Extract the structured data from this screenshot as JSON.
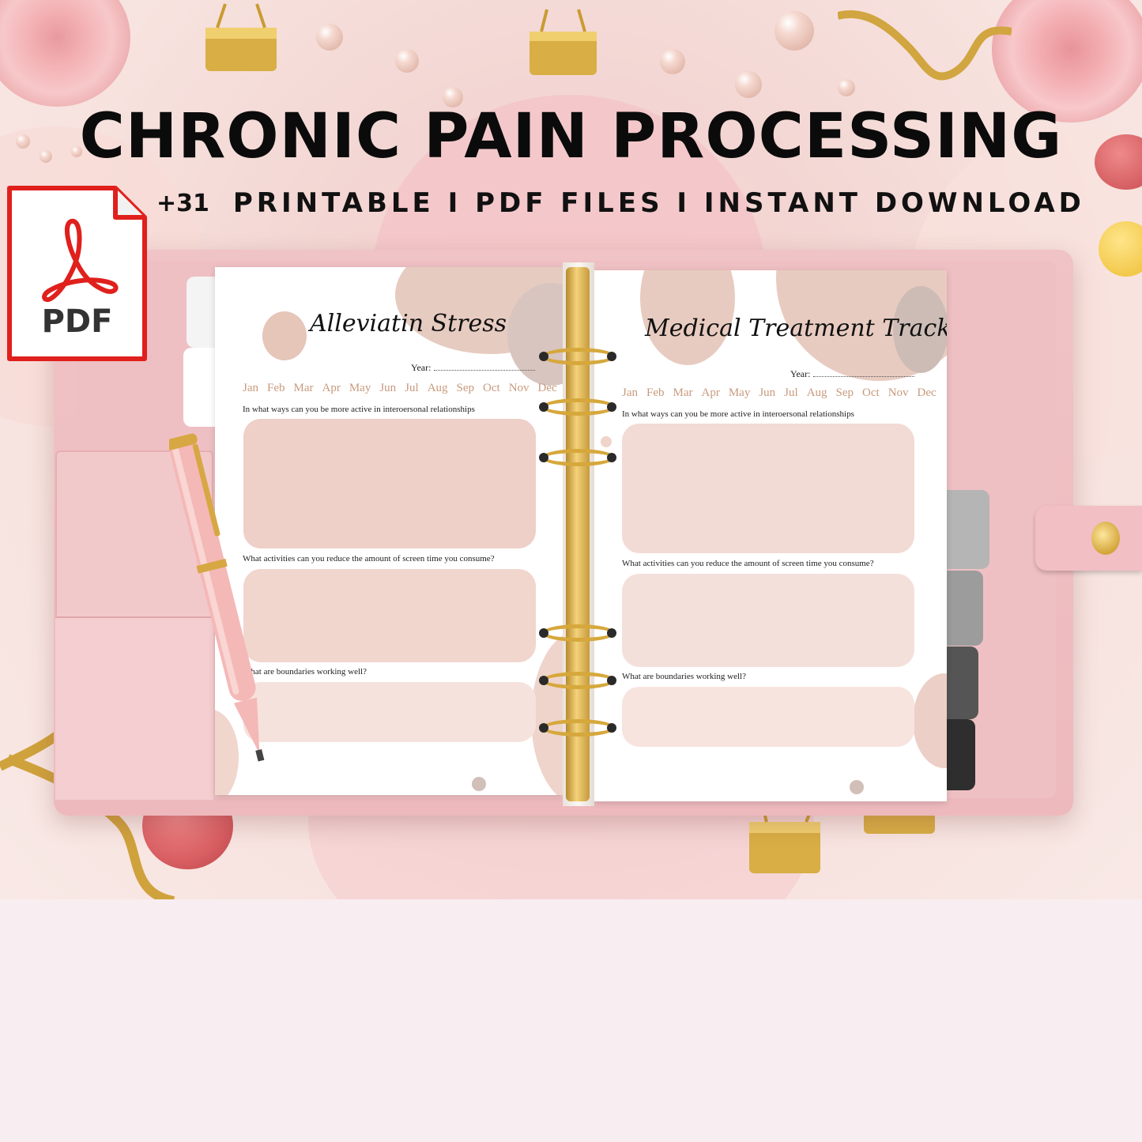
{
  "header": {
    "title": "CHRONIC PAIN PROCESSING",
    "count_badge": "+31",
    "subtitle": "PRINTABLE I PDF FILES I INSTANT DOWNLOAD"
  },
  "pdf_icon": {
    "label": "PDF",
    "icon": "acrobat-pdf-icon"
  },
  "pages": {
    "left": {
      "title": "Alleviatin Stress",
      "year_label": "Year:",
      "months": [
        "Jan",
        "Feb",
        "Mar",
        "Apr",
        "May",
        "Jun",
        "Jul",
        "Aug",
        "Sep",
        "Oct",
        "Nov",
        "Dec"
      ],
      "questions": [
        "In what ways can you be more active in interoersonal relationships",
        "What activities can you reduce the amount of screen time you consume?",
        "What are boundaries working well?"
      ]
    },
    "right": {
      "title": "Medical Treatment Tracker",
      "year_label": "Year:",
      "months": [
        "Jan",
        "Feb",
        "Mar",
        "Apr",
        "May",
        "Jun",
        "Jul",
        "Aug",
        "Sep",
        "Oct",
        "Nov",
        "Dec"
      ],
      "questions": [
        "In what ways can you be more active in interoersonal relationships",
        "What activities can you reduce the amount of screen time you consume?",
        "What are boundaries working well?"
      ]
    }
  },
  "colors": {
    "box_dark": "#eed0c8",
    "box_mid": "#f1d8d0",
    "box_light": "#f6e2dc",
    "dot_tan": "#e2c2b6",
    "dot_grey": "#c9b8b2",
    "month_text": "#c9997d",
    "gold": "#d6a83c",
    "folio_pink": "#efc0c3"
  }
}
